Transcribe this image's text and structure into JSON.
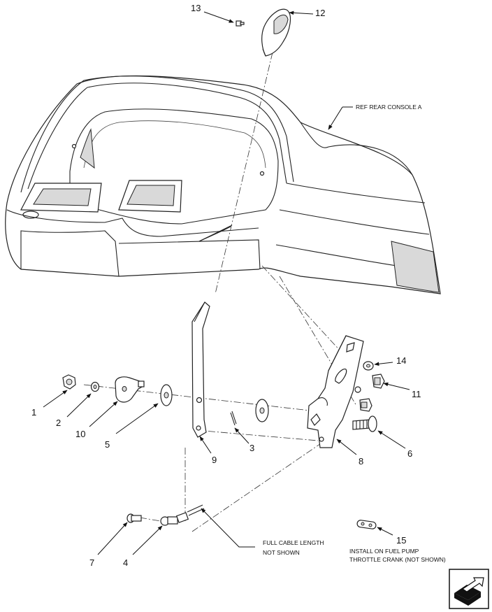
{
  "diagram": {
    "title": "Throttle linkage assembly — rear console",
    "callouts": [
      {
        "id": "c1",
        "label": "1"
      },
      {
        "id": "c2",
        "label": "2"
      },
      {
        "id": "c3",
        "label": "3"
      },
      {
        "id": "c4",
        "label": "4"
      },
      {
        "id": "c5",
        "label": "5"
      },
      {
        "id": "c6",
        "label": "6"
      },
      {
        "id": "c7",
        "label": "7"
      },
      {
        "id": "c8",
        "label": "8"
      },
      {
        "id": "c9",
        "label": "9"
      },
      {
        "id": "c10",
        "label": "10"
      },
      {
        "id": "c11",
        "label": "11"
      },
      {
        "id": "c12",
        "label": "12"
      },
      {
        "id": "c13",
        "label": "13"
      },
      {
        "id": "c14",
        "label": "14"
      },
      {
        "id": "c15",
        "label": "15"
      }
    ],
    "notes": {
      "console": "REF REAR CONSOLE A",
      "cable_line1": "FULL CABLE LENGTH",
      "cable_line2": "NOT SHOWN",
      "pump_line1": "INSTALL ON FUEL PUMP",
      "pump_line2": "THROTTLE CRANK (NOT SHOWN)"
    },
    "icons": {
      "nav": "next-page-arrow-icon"
    }
  }
}
